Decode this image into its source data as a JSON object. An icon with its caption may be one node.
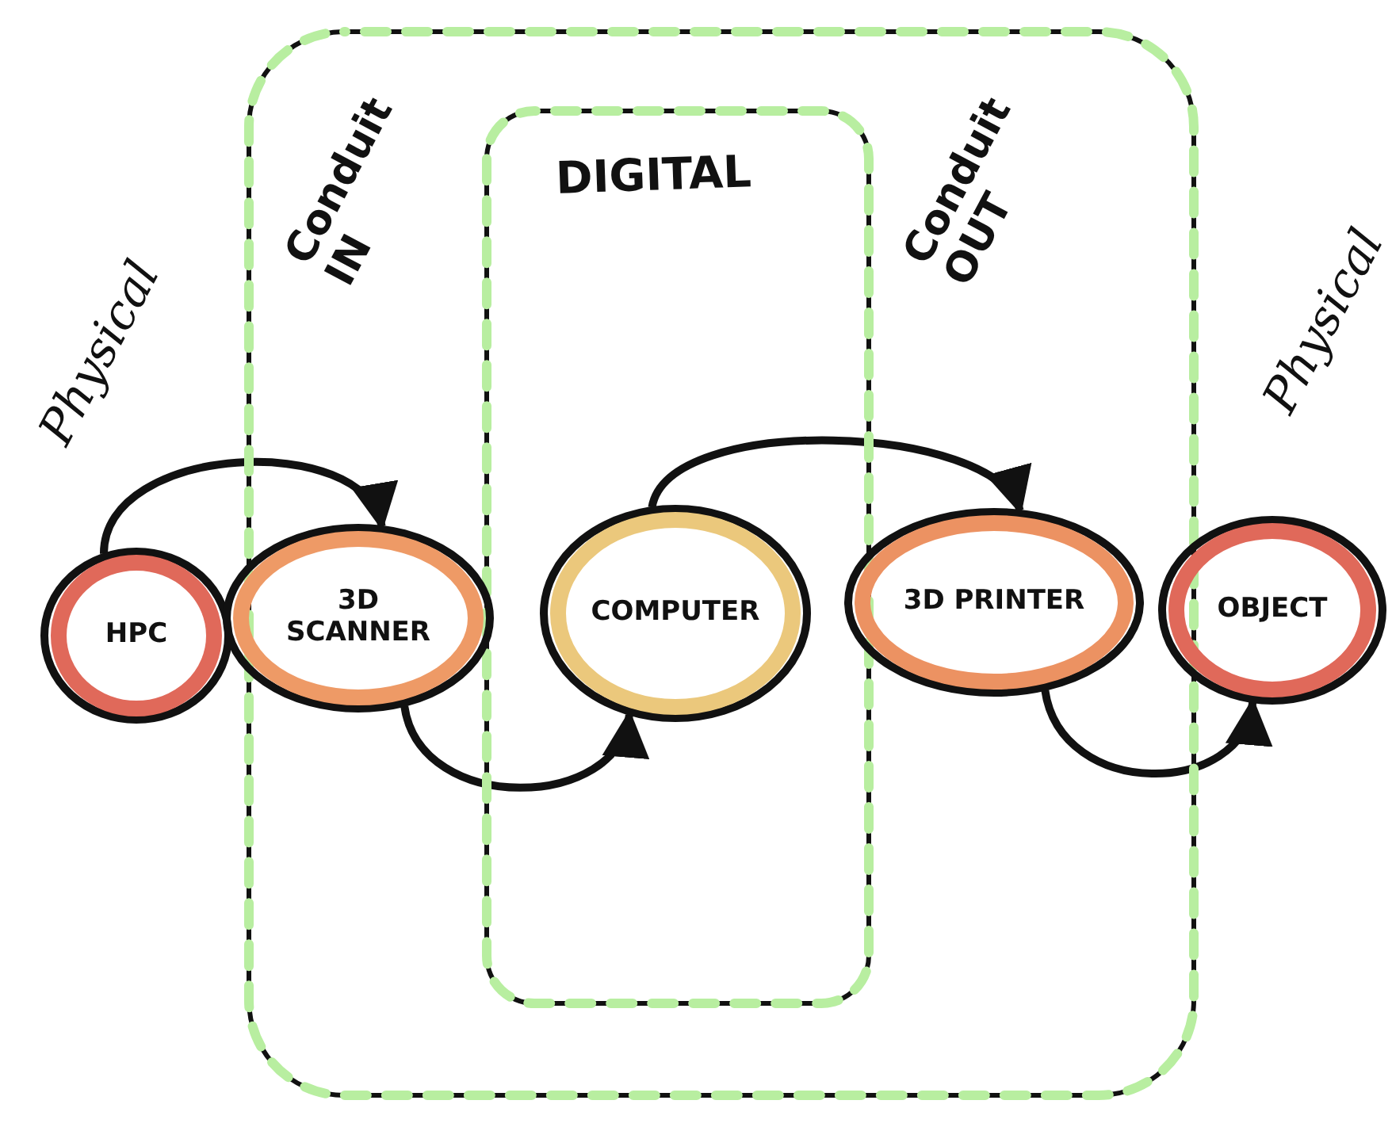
{
  "diagram": {
    "nodes": [
      {
        "text": [
          "Conduit IN",
          "Conduit OUT"
        ]
      },
      {
        "text": [
          "DIGITAL"
        ],
        "in": 0
      },
      {
        "text": [
          "HPC"
        ]
      },
      {
        "text": [
          "3D SCANNER"
        ]
      },
      {
        "text": [
          "COMPUTER"
        ],
        "in": 1
      },
      {
        "text": [
          "3D PRINTER"
        ],
        "in": 0
      },
      {
        "text": [
          "OBJECT"
        ]
      }
    ],
    "edges": [
      {
        "from": 2,
        "to": 3,
        "arrow": "to"
      },
      {
        "from": 3,
        "to": 4,
        "arrow": "to"
      },
      {
        "from": 4,
        "to": 5,
        "arrow": "to"
      },
      {
        "from": 5,
        "to": 6,
        "arrow": "to"
      }
    ],
    "labels": [
      "Physical",
      "Physical"
    ]
  }
}
